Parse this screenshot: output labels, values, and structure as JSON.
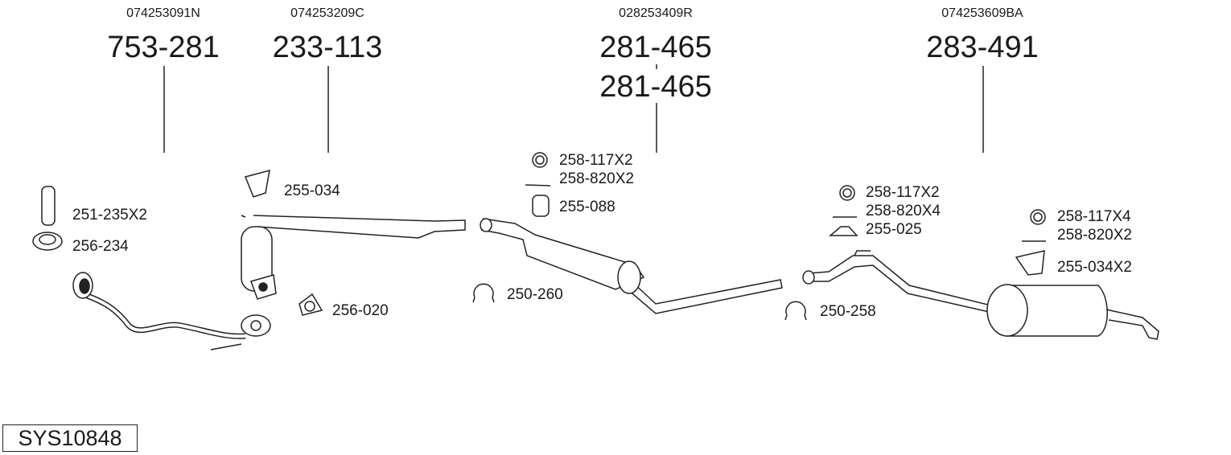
{
  "system_id": "SYS10848",
  "columns": [
    {
      "oe_number": "074253091N",
      "part_numbers": [
        "753-281"
      ]
    },
    {
      "oe_number": "074253209C",
      "part_numbers": [
        "233-113"
      ]
    },
    {
      "oe_number": "028253409R",
      "part_numbers": [
        "281-465",
        "281-465"
      ]
    },
    {
      "oe_number": "074253609BA",
      "part_numbers": [
        "283-491"
      ]
    }
  ],
  "accessories": {
    "bracket_251_235": "251-235X2",
    "gasket_256_234": "256-234",
    "hanger_255_034": "255-034",
    "gasket_256_020": "256-020",
    "ring_258_117_a": "258-117X2",
    "bolt_258_820_a": "258-820X2",
    "hanger_255_088": "255-088",
    "clamp_250_260": "250-260",
    "ring_258_117_b": "258-117X2",
    "bolt_258_820_b": "258-820X4",
    "hanger_255_025": "255-025",
    "clamp_250_258": "250-258",
    "ring_258_117_c": "258-117X4",
    "bolt_258_820_c": "258-820X2",
    "hanger_255_034_x2": "255-034X2"
  }
}
